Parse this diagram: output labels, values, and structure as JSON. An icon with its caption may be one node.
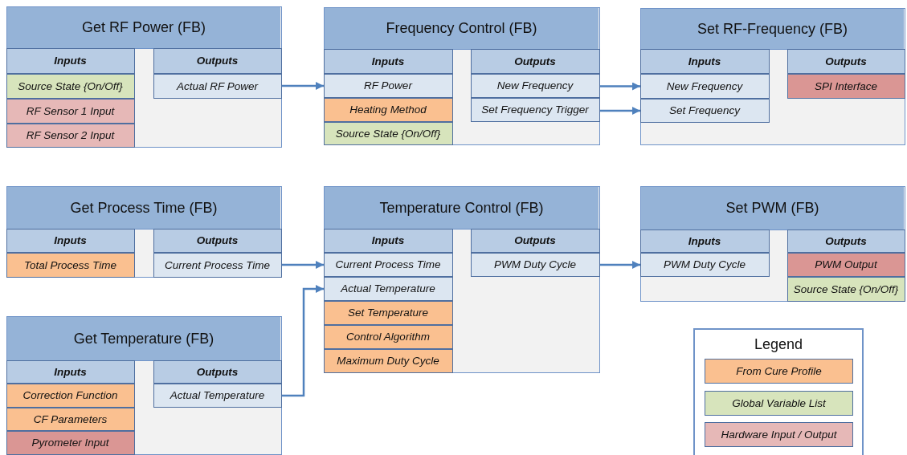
{
  "diagram": {
    "nodes": [
      {
        "text": [
          "Get RF Power (FB)"
        ]
      },
      {
        "text": [
          "Inputs"
        ],
        "in": 0
      },
      {
        "text": [
          "Source State {On/Off}"
        ],
        "in": 0
      },
      {
        "text": [
          "RF Sensor 1 Input"
        ],
        "in": 0
      },
      {
        "text": [
          "RF Sensor 2 Input"
        ],
        "in": 0
      },
      {
        "text": [
          "Outputs"
        ],
        "in": 0
      },
      {
        "text": [
          "Actual RF Power"
        ],
        "in": 0
      },
      {
        "text": [
          "Frequency Control (FB)"
        ]
      },
      {
        "text": [
          "Inputs"
        ],
        "in": 7
      },
      {
        "text": [
          "RF Power"
        ],
        "in": 7
      },
      {
        "text": [
          "Heating Method"
        ],
        "in": 7
      },
      {
        "text": [
          "Source State {On/Off}"
        ],
        "in": 7
      },
      {
        "text": [
          "Outputs"
        ],
        "in": 7
      },
      {
        "text": [
          "New Frequency"
        ],
        "in": 7
      },
      {
        "text": [
          "Set Frequency Trigger"
        ],
        "in": 7
      },
      {
        "text": [
          "Set RF-Frequency (FB)"
        ]
      },
      {
        "text": [
          "Inputs"
        ],
        "in": 15
      },
      {
        "text": [
          "New Frequency"
        ],
        "in": 15
      },
      {
        "text": [
          "Set Frequency"
        ],
        "in": 15
      },
      {
        "text": [
          "Outputs"
        ],
        "in": 15
      },
      {
        "text": [
          "SPI Interface"
        ],
        "in": 15
      },
      {
        "text": [
          "Get Process Time (FB)"
        ]
      },
      {
        "text": [
          "Inputs"
        ],
        "in": 21
      },
      {
        "text": [
          "Total Process Time"
        ],
        "in": 21
      },
      {
        "text": [
          "Outputs"
        ],
        "in": 21
      },
      {
        "text": [
          "Current Process Time"
        ],
        "in": 21
      },
      {
        "text": [
          "Temperature Control (FB)"
        ]
      },
      {
        "text": [
          "Inputs"
        ],
        "in": 26
      },
      {
        "text": [
          "Current Process Time"
        ],
        "in": 26
      },
      {
        "text": [
          "Actual Temperature"
        ],
        "in": 26
      },
      {
        "text": [
          "Set Temperature"
        ],
        "in": 26
      },
      {
        "text": [
          "Control Algorithm"
        ],
        "in": 26
      },
      {
        "text": [
          "Maximum Duty Cycle"
        ],
        "in": 26
      },
      {
        "text": [
          "Outputs"
        ],
        "in": 26
      },
      {
        "text": [
          "PWM Duty Cycle"
        ],
        "in": 26
      },
      {
        "text": [
          "Set PWM (FB)"
        ]
      },
      {
        "text": [
          "Inputs"
        ],
        "in": 35
      },
      {
        "text": [
          "PWM Duty Cycle"
        ],
        "in": 35
      },
      {
        "text": [
          "Outputs"
        ],
        "in": 35
      },
      {
        "text": [
          "PWM Output"
        ],
        "in": 35
      },
      {
        "text": [
          "Source State {On/Off}"
        ],
        "in": 35
      },
      {
        "text": [
          "Get Temperature (FB)"
        ]
      },
      {
        "text": [
          "Inputs"
        ],
        "in": 41
      },
      {
        "text": [
          "Correction Function"
        ],
        "in": 41
      },
      {
        "text": [
          "CF Parameters"
        ],
        "in": 41
      },
      {
        "text": [
          "Pyrometer Input"
        ],
        "in": 41
      },
      {
        "text": [
          "Outputs"
        ],
        "in": 41
      },
      {
        "text": [
          "Actual Temperature"
        ],
        "in": 41
      }
    ],
    "edges": [
      {
        "from": 6,
        "to": 9,
        "arrow": "to"
      },
      {
        "from": 13,
        "to": 17,
        "arrow": "to"
      },
      {
        "from": 14,
        "to": 18,
        "arrow": "to"
      },
      {
        "from": 25,
        "to": 28,
        "arrow": "to"
      },
      {
        "from": 47,
        "to": 29,
        "arrow": "to"
      },
      {
        "from": 34,
        "to": 37,
        "arrow": "to"
      }
    ],
    "labels": [
      "Legend"
    ],
    "legend": [
      {
        "text": "From Cure Profile",
        "color": "#fac090"
      },
      {
        "text": "Global Variable List",
        "color": "#d7e4bc"
      },
      {
        "text": "Hardware Input / Output",
        "color": "#e6b8b7"
      }
    ]
  }
}
